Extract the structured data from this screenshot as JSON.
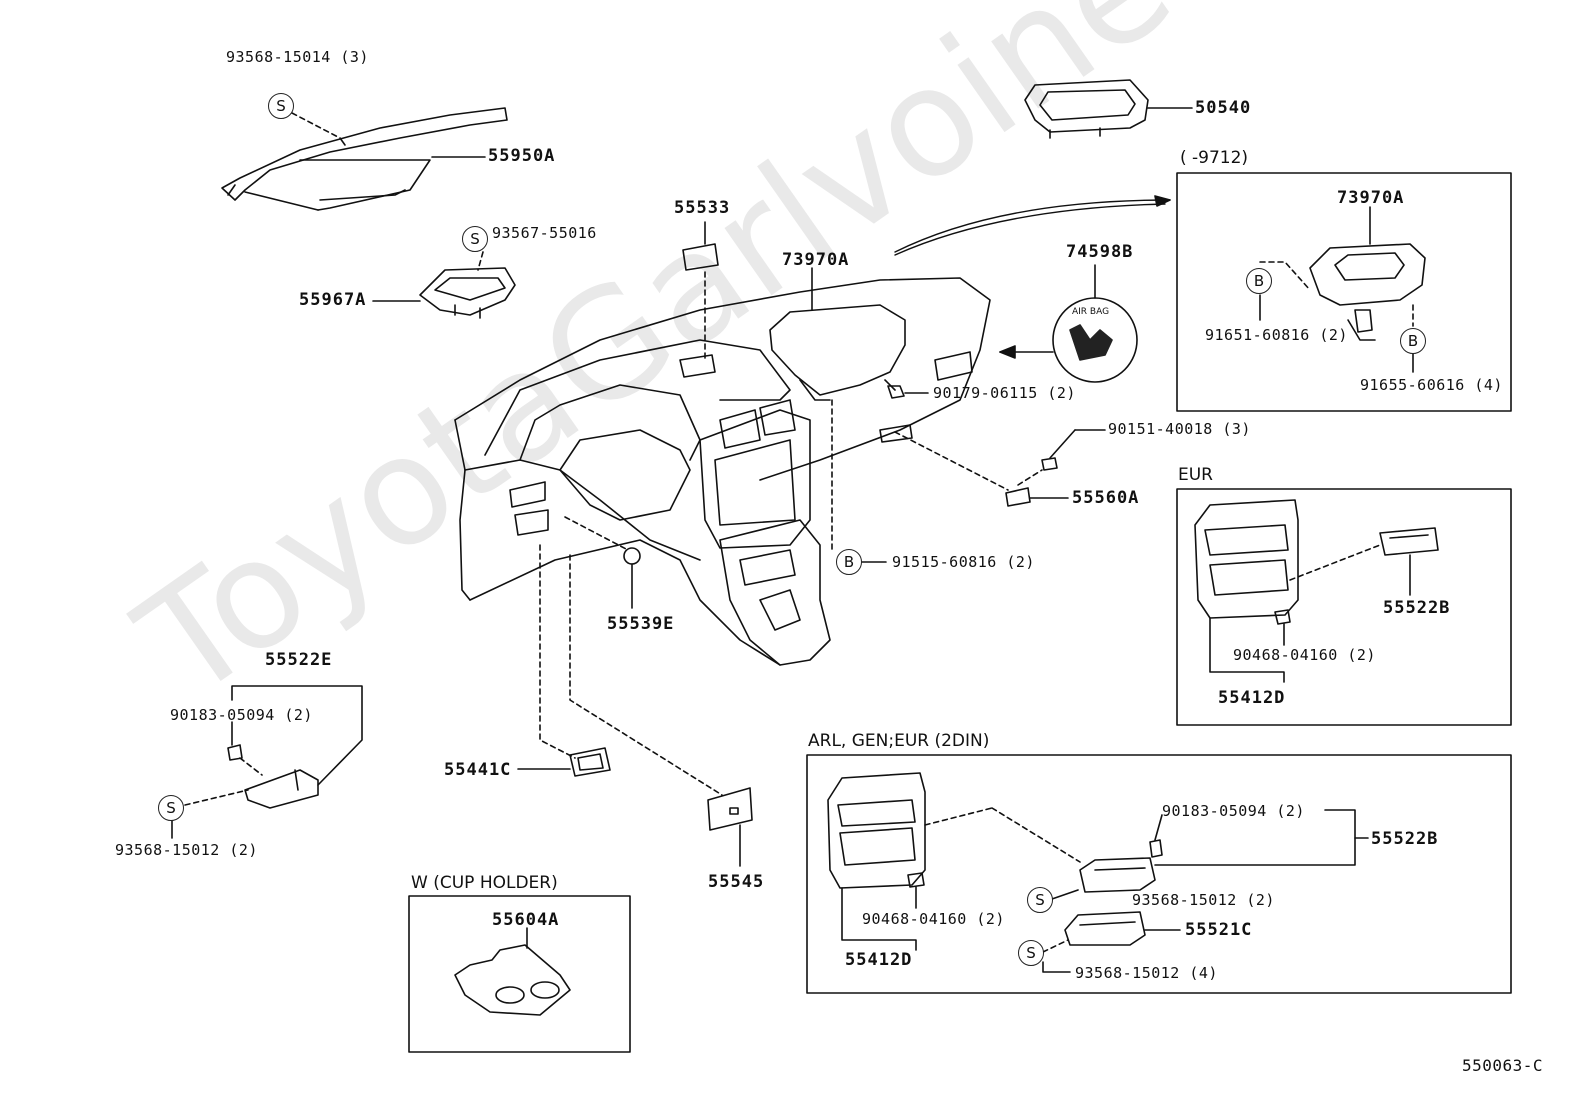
{
  "watermark": "ToyotaGarlvoine.ru",
  "diagram_id": "550063-C",
  "symbols": {
    "s": "S",
    "b": "B"
  },
  "parts": {
    "p93568_15014": "93568-15014 (3)",
    "p55950A": "55950A",
    "p93567_55016": "93567-55016",
    "p55967A": "55967A",
    "p55533": "55533",
    "p73970A": "73970A",
    "p74598B": "74598B",
    "p50540": "50540",
    "p90179_06115": "90179-06115 (2)",
    "p90151_40018": "90151-40018 (3)",
    "p55560A": "55560A",
    "p91515_60816": "91515-60816 (2)",
    "p55539E": "55539E",
    "p55522E": "55522E",
    "p90183_05094_a": "90183-05094 (2)",
    "p93568_15012_a": "93568-15012 (2)",
    "p55441C": "55441C",
    "p55545": "55545",
    "p55604A": "55604A"
  },
  "box_9712": {
    "header": "(      -9712)",
    "p73970A": "73970A",
    "p91651": "91651-60816 (2)",
    "p91655": "91655-60616 (4)"
  },
  "box_eur": {
    "header": "EUR",
    "p55522B": "55522B",
    "p90468": "90468-04160 (2)",
    "p55412D": "55412D"
  },
  "box_arl": {
    "header": "ARL, GEN;EUR (2DIN)",
    "p90183": "90183-05094 (2)",
    "p55522B": "55522B",
    "p93568_2": "93568-15012 (2)",
    "p55521C": "55521C",
    "p93568_4": "93568-15012 (4)",
    "p90468": "90468-04160 (2)",
    "p55412D": "55412D"
  },
  "box_cup": {
    "header": "W (CUP HOLDER)",
    "p55604A": "55604A"
  }
}
